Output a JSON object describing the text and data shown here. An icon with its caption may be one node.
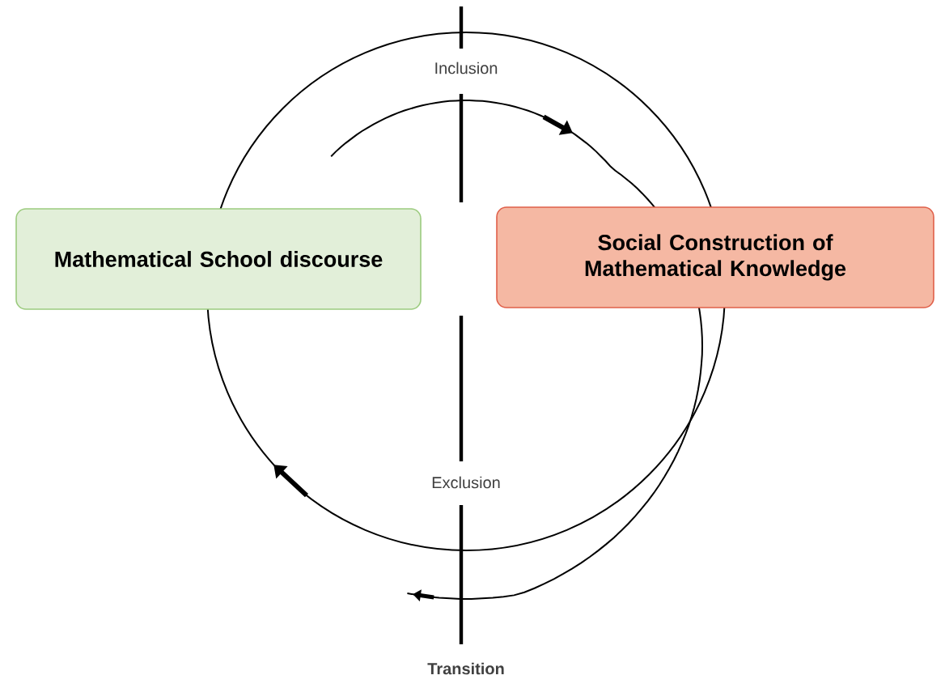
{
  "diagram": {
    "nodes": [
      {
        "text": [
          "Mathematical School discourse"
        ]
      },
      {
        "text": [
          "Social Construction of Mathematical Knowledge"
        ]
      }
    ],
    "labels": [
      "Inclusion",
      "Exclusion",
      "Transition"
    ]
  }
}
